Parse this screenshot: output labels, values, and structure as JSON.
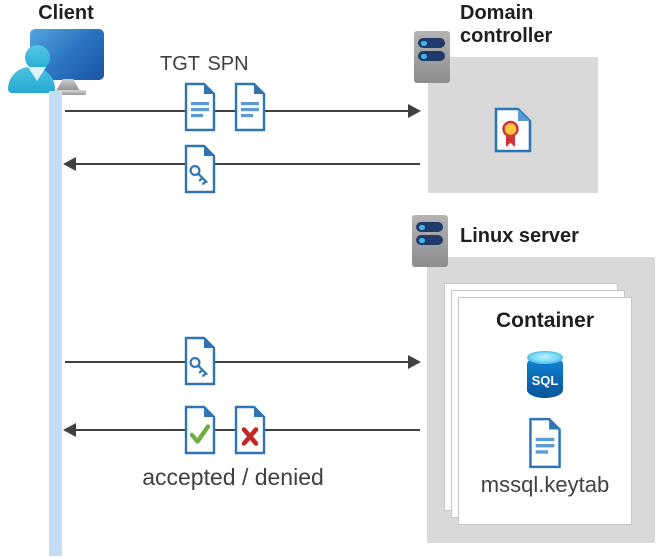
{
  "diagram": {
    "client_label": "Client",
    "domain_controller_label": "Domain controller",
    "linux_server_label": "Linux server",
    "container_label": "Container",
    "tgt_label": "TGT",
    "spn_label": "SPN",
    "accepted_denied_label": "accepted / denied",
    "keytab_label": "mssql.keytab",
    "sql_label": "SQL"
  },
  "icons": {
    "client": "monitor-with-user-icon",
    "domain_controller": "server-icon",
    "linux_server": "server-icon",
    "tgt": "document-icon",
    "spn": "document-icon",
    "service_ticket": "key-document-icon",
    "certificate": "certificate-seal-document-icon",
    "accepted": "check-document-icon",
    "denied": "cross-document-icon",
    "sql_database": "sql-cylinder-icon",
    "keytab_file": "document-icon"
  },
  "colors": {
    "doc_border": "#2e75b6",
    "doc_lines": "#5b9bd5",
    "arrow": "#404040",
    "lifeline": "#c5dcf4",
    "zone_gray": "#d9d9d9",
    "server_bar_navy": "#203a6b",
    "server_dot_blue": "#3fb6e8",
    "check_green": "#6fae44",
    "cross_red": "#bf2a21",
    "seal_yellow": "#ffc83d",
    "seal_red": "#d13438",
    "person_cyan": "#3bbade",
    "sql_blue": "#0a61ab",
    "text_dark": "#404040"
  }
}
